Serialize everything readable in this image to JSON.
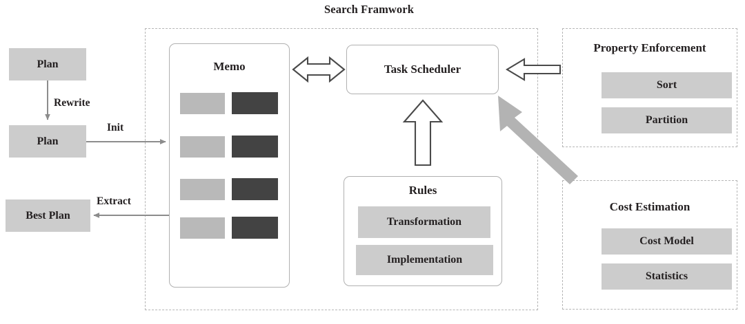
{
  "diagram": {
    "title": "Search Framwork",
    "nodes": {
      "plan_top": "Plan",
      "plan_mid": "Plan",
      "best_plan": "Best Plan",
      "memo": "Memo",
      "task_scheduler": "Task Scheduler",
      "rules": "Rules",
      "rules_items": [
        "Transformation",
        "Implementation"
      ],
      "property_enforcement": "Property Enforcement",
      "property_items": [
        "Sort",
        "Partition"
      ],
      "cost_estimation": "Cost Estimation",
      "cost_items": [
        "Cost Model",
        "Statistics"
      ]
    },
    "edges": {
      "rewrite": "Rewrite",
      "init": "Init",
      "extract": "Extract"
    },
    "memo_rows": [
      {
        "left": "",
        "right": ""
      },
      {
        "left": "",
        "right": ""
      },
      {
        "left": "",
        "right": ""
      },
      {
        "left": "",
        "right": ""
      }
    ],
    "colors": {
      "node_fill": "#cccccc",
      "memo_light": "#b9b9b9",
      "memo_dark": "#434343",
      "panel_border": "#b0b0b0",
      "dashed_border": "#b5b5b5",
      "thin_arrow": "#8c8c8c",
      "block_arrow_stroke": "#4a4a4a",
      "thick_arrow": "#b3b3b3",
      "text": "#231f20"
    }
  }
}
